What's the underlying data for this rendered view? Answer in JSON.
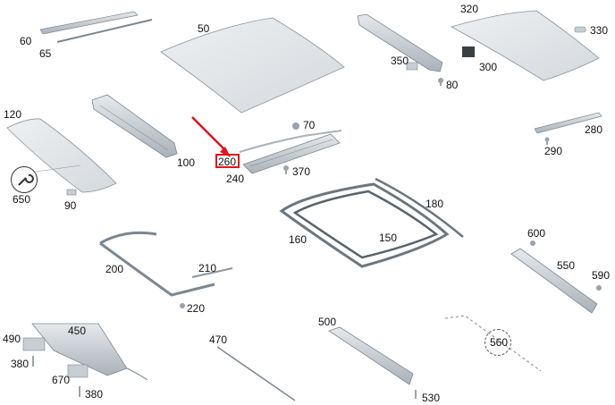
{
  "diagram": {
    "highlighted_part": "260",
    "accent_color": "#e2141b",
    "part_fill_color": "#dfe3e6",
    "part_outline_color": "#7d8790",
    "icons": [
      "wrench-icon",
      "red-arrow-icon",
      "dashed-circle-icon"
    ],
    "labels": {
      "p60": "60",
      "p65": "65",
      "p50": "50",
      "p350": "350",
      "p80": "80",
      "p320": "320",
      "p330": "330",
      "p300": "300",
      "p120": "120",
      "p650": "650",
      "p90": "90",
      "p100": "100",
      "p70": "70",
      "p260": "260",
      "p240": "240",
      "p370": "370",
      "p280": "280",
      "p290": "290",
      "p180": "180",
      "p160": "160",
      "p150": "150",
      "p600": "600",
      "p550": "550",
      "p590": "590",
      "p200": "200",
      "p210": "210",
      "p220": "220",
      "p490": "490",
      "p450": "450",
      "p380a": "380",
      "p670": "670",
      "p380b": "380",
      "p470": "470",
      "p500": "500",
      "p530": "530",
      "p560": "560"
    }
  }
}
